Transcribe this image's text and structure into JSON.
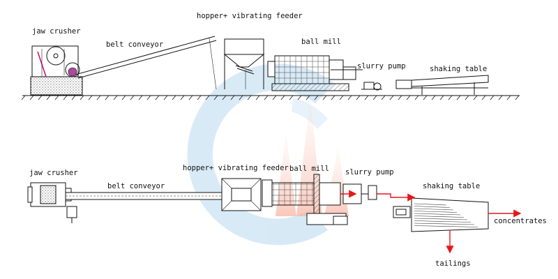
{
  "top_view": {
    "jaw_crusher": "jaw crusher",
    "belt_conveyor": "belt conveyor",
    "hopper_feeder": "hopper+ vibrating feeder",
    "ball_mill": "ball mill",
    "slurry_pump": "slurry pump",
    "shaking_table": "shaking table"
  },
  "plan_view": {
    "jaw_crusher": "jaw crusher",
    "belt_conveyor": "belt conveyor",
    "hopper_feeder": "hopper+ vibrating feeder",
    "ball_mill": "ball mill",
    "slurry_pump": "slurry pump",
    "shaking_table": "shaking table",
    "concentrates": "concentrates",
    "tailings": "tailings"
  },
  "colors": {
    "flow_arrow": "#e8161b",
    "watermark_blue": "#9fc9ea",
    "watermark_orange": "#f3a88a",
    "line": "#111111"
  }
}
